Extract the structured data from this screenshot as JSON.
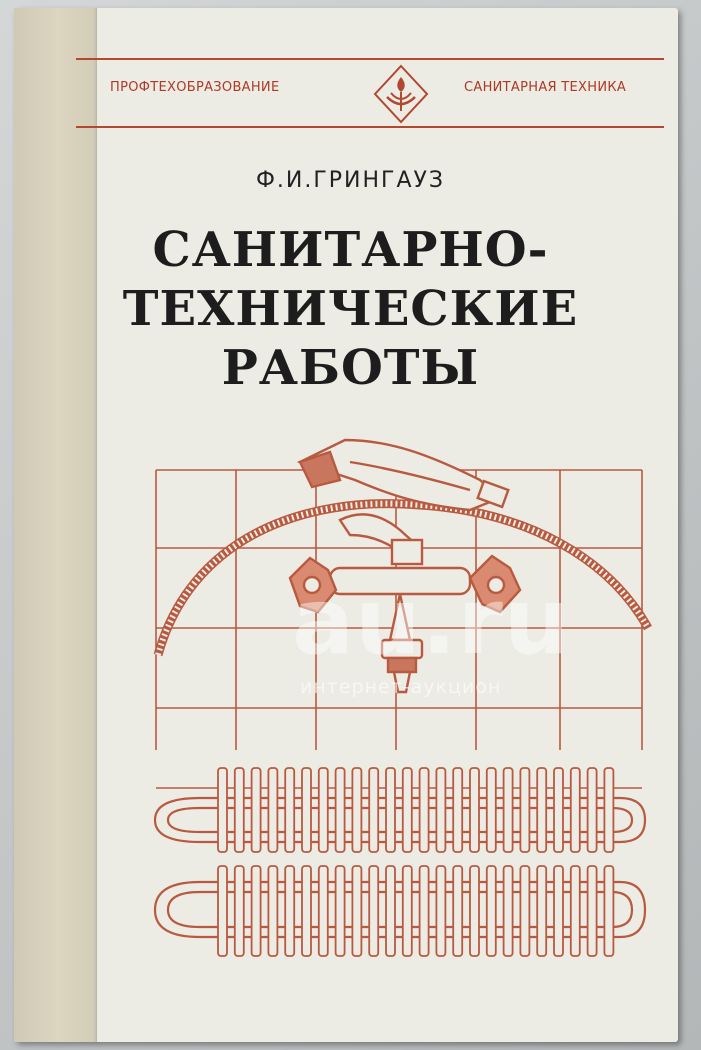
{
  "cover": {
    "series_left": "ПРОФТЕХОБРАЗОВАНИЕ",
    "series_right": "САНИТАРНАЯ ТЕХНИКА",
    "author": "Ф.И.ГРИНГАУЗ",
    "title_lines": [
      "САНИТАРНО-",
      "ТЕХНИЧЕСКИЕ",
      "РАБОТЫ"
    ]
  },
  "watermark": {
    "main": "au.ru",
    "sub": "интернет-аукцион"
  },
  "colors": {
    "cover": "#ecebe4",
    "spine": "#d8d2bd",
    "accent_red": "#b2482f",
    "title_text": "#1d1d1d"
  },
  "illustration": {
    "objects": [
      "tile-grid",
      "shower-head",
      "shower-hose",
      "faucet-mixer",
      "radiator-coils"
    ]
  }
}
